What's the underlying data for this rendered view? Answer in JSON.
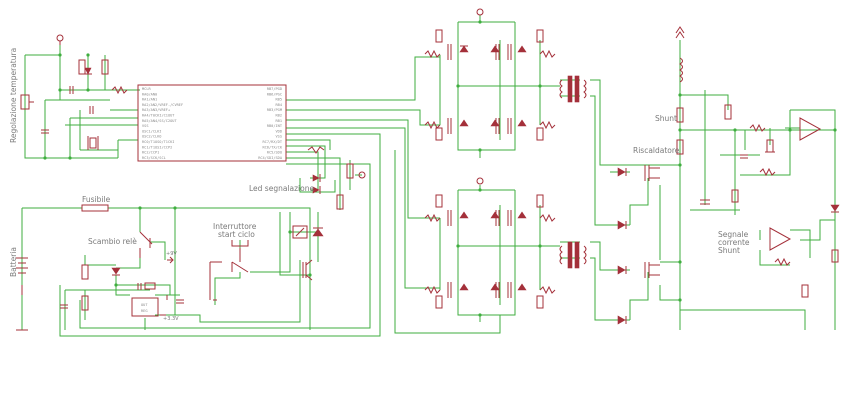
{
  "labels": {
    "regolazione": "Regolazione temperatura",
    "led": "Led segnalazione",
    "fusibile": "Fusibile",
    "scambio": "Scambio relè",
    "interruttore_1": "Interruttore",
    "interruttore_2": "start ciclo",
    "batteria": "Batteria",
    "shunt": "Shunt",
    "riscaldatore": "Riscaldatore",
    "segnale_1": "Segnale",
    "segnale_2": "corrente",
    "segnale_3": "Shunt",
    "v9": "+9V",
    "v33": "+3.3V"
  },
  "mcu": {
    "left_pins": [
      "MCLR",
      "RA0/AN0",
      "RA1/AN1",
      "RA2/AN2/VREF-/CVREF",
      "RA3/AN3/VREF+",
      "RA4/T0CKI/C1OUT",
      "RA5/AN4/SS/C2OUT",
      "VSS",
      "OSC1/CLKI",
      "OSC2/CLKO",
      "RC0/T1OSO/T1CKI",
      "RC1/T1OSI/CCP2",
      "RC2/CCP1",
      "RC3/SCK/SCL"
    ],
    "right_pins": [
      "RB7/PGD",
      "RB6/PGC",
      "RB5",
      "RB4",
      "RB3/PGM",
      "RB2",
      "RB1",
      "RB0/INT",
      "VDD",
      "VSS",
      "RC7/RX/DT",
      "RC6/TX/CK",
      "RC5/SDO",
      "RC4/SDI/SDA"
    ]
  },
  "regulator": {
    "line1": "OUT",
    "line2": "REG"
  },
  "colors": {
    "wire": "#3fae3f",
    "component": "#a4303a",
    "text": "#7a7a7a"
  }
}
